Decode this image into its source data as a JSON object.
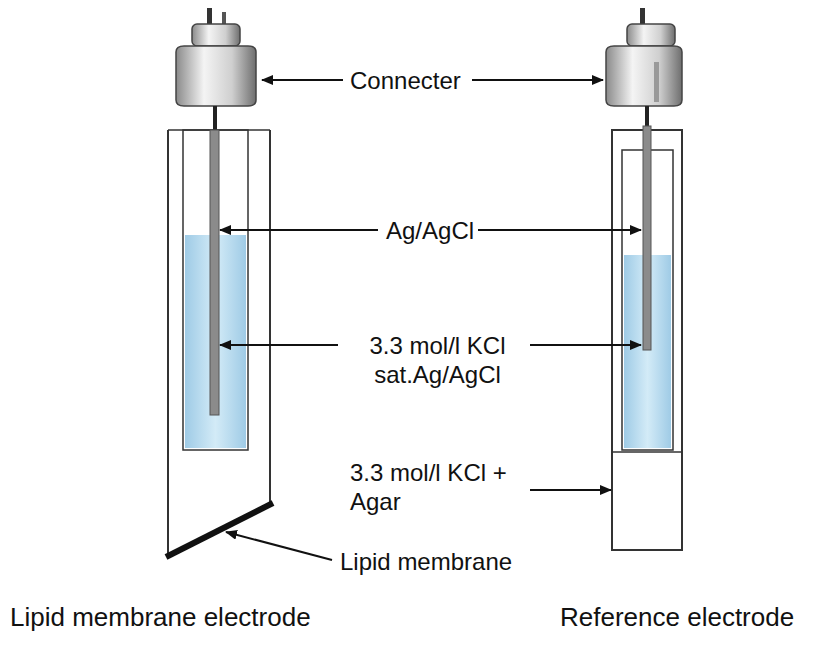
{
  "diagram": {
    "labels": [
      "Connecter",
      "Ag/AgCl",
      "3.3 mol/l KCl sat.Ag/AgCl",
      "3.3 mol/l KCl + Agar",
      "Lipid membrane",
      "Lipid membrane electrode",
      "Reference electrode"
    ]
  }
}
